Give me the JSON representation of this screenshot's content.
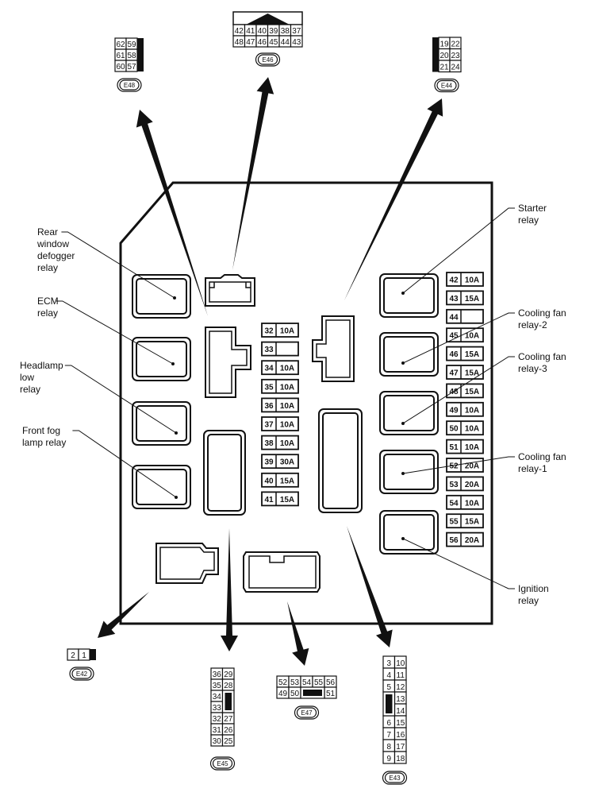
{
  "title": "IPDM E/R fuse and relay layout",
  "colors": {
    "line": "#111111",
    "background": "#ffffff"
  },
  "relays_left": [
    {
      "id": "rear-window-defogger-relay",
      "label_lines": [
        "Rear",
        "window",
        "defogger",
        "relay"
      ]
    },
    {
      "id": "ecm-relay",
      "label_lines": [
        "ECM",
        "relay"
      ]
    },
    {
      "id": "headlamp-low-relay",
      "label_lines": [
        "Headlamp",
        "low",
        "relay"
      ]
    },
    {
      "id": "front-fog-lamp-relay",
      "label_lines": [
        "Front fog",
        "lamp relay"
      ]
    }
  ],
  "relays_right": [
    {
      "id": "starter-relay",
      "label_lines": [
        "Starter",
        "relay"
      ]
    },
    {
      "id": "cooling-fan-relay-2",
      "label_lines": [
        "Cooling fan",
        "relay-2"
      ]
    },
    {
      "id": "cooling-fan-relay-3",
      "label_lines": [
        "Cooling fan",
        "relay-3"
      ]
    },
    {
      "id": "cooling-fan-relay-1",
      "label_lines": [
        "Cooling fan",
        "relay-1"
      ]
    },
    {
      "id": "ignition-relay",
      "label_lines": [
        "Ignition",
        "relay"
      ]
    }
  ],
  "fuses_center": [
    {
      "no": "32",
      "amp": "10A"
    },
    {
      "no": "33",
      "amp": ""
    },
    {
      "no": "34",
      "amp": "10A"
    },
    {
      "no": "35",
      "amp": "10A"
    },
    {
      "no": "36",
      "amp": "10A"
    },
    {
      "no": "37",
      "amp": "10A"
    },
    {
      "no": "38",
      "amp": "10A"
    },
    {
      "no": "39",
      "amp": "30A"
    },
    {
      "no": "40",
      "amp": "15A"
    },
    {
      "no": "41",
      "amp": "15A"
    }
  ],
  "fuses_right": [
    {
      "no": "42",
      "amp": "10A"
    },
    {
      "no": "43",
      "amp": "15A"
    },
    {
      "no": "44",
      "amp": ""
    },
    {
      "no": "45",
      "amp": "10A"
    },
    {
      "no": "46",
      "amp": "15A"
    },
    {
      "no": "47",
      "amp": "15A"
    },
    {
      "no": "48",
      "amp": "15A"
    },
    {
      "no": "49",
      "amp": "10A"
    },
    {
      "no": "50",
      "amp": "10A"
    },
    {
      "no": "51",
      "amp": "10A"
    },
    {
      "no": "52",
      "amp": "20A"
    },
    {
      "no": "53",
      "amp": "20A"
    },
    {
      "no": "54",
      "amp": "10A"
    },
    {
      "no": "55",
      "amp": "15A"
    },
    {
      "no": "56",
      "amp": "20A"
    }
  ],
  "connectors": {
    "E46": {
      "id": "E46",
      "rows": [
        [
          "42",
          "41",
          "40",
          "39",
          "38",
          "37"
        ],
        [
          "48",
          "47",
          "46",
          "45",
          "44",
          "43"
        ]
      ]
    },
    "E48": {
      "id": "E48",
      "rows": [
        [
          "62",
          "59"
        ],
        [
          "61",
          "58"
        ],
        [
          "60",
          "57"
        ]
      ]
    },
    "E44": {
      "id": "E44",
      "rows": [
        [
          "19",
          "22"
        ],
        [
          "20",
          "23"
        ],
        [
          "21",
          "24"
        ]
      ]
    },
    "E42": {
      "id": "E42",
      "rows": [
        [
          "2",
          "1"
        ]
      ]
    },
    "E45": {
      "id": "E45",
      "rows": [
        [
          "36",
          "29"
        ],
        [
          "35",
          "28"
        ],
        [
          "34",
          ""
        ],
        [
          "33",
          ""
        ],
        [
          "32",
          "27"
        ],
        [
          "31",
          "26"
        ],
        [
          "30",
          "25"
        ]
      ]
    },
    "E47": {
      "id": "E47",
      "rows": [
        [
          "52",
          "53",
          "54",
          "55",
          "56"
        ],
        [
          "49",
          "50",
          "",
          "",
          "51"
        ]
      ]
    },
    "E43": {
      "id": "E43",
      "rows": [
        [
          "3",
          "10"
        ],
        [
          "4",
          "11"
        ],
        [
          "5",
          "12"
        ],
        [
          "",
          "13"
        ],
        [
          "",
          "14"
        ],
        [
          "6",
          "15"
        ],
        [
          "7",
          "16"
        ],
        [
          "8",
          "17"
        ],
        [
          "9",
          "18"
        ]
      ]
    }
  }
}
